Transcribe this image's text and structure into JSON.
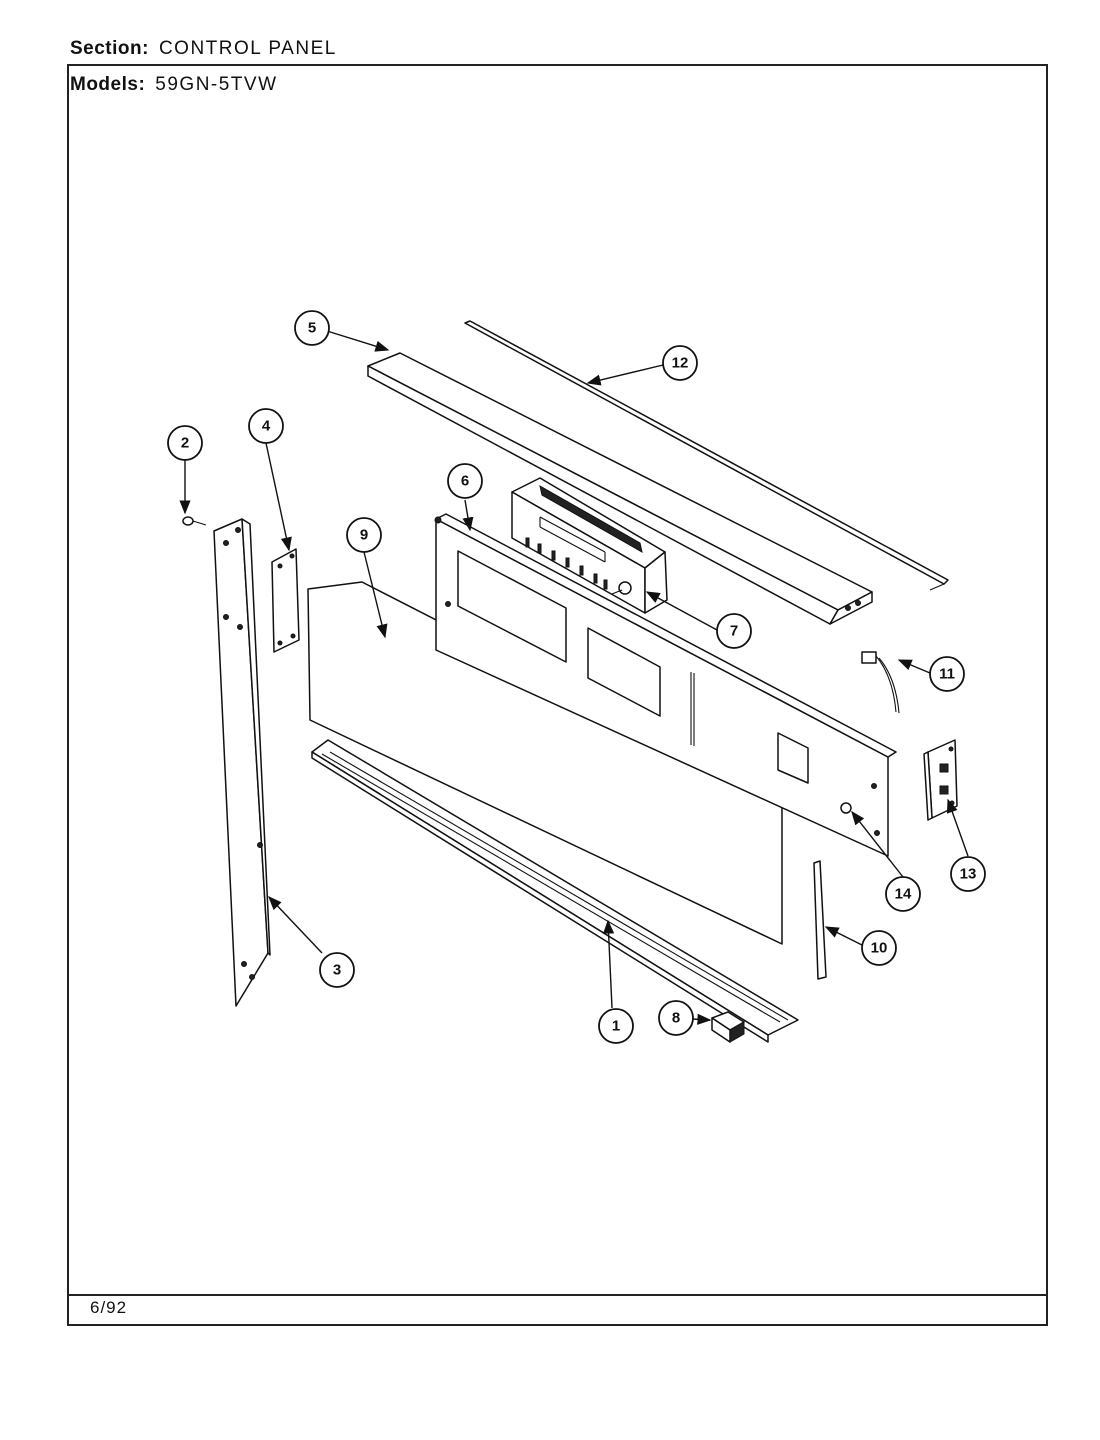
{
  "header": {
    "section_label": "Section:",
    "section_value": "CONTROL PANEL",
    "models_label": "Models:",
    "models_value": "59GN-5TVW"
  },
  "footer": {
    "date": "6/92"
  },
  "callouts": [
    "1",
    "2",
    "3",
    "4",
    "5",
    "6",
    "7",
    "8",
    "9",
    "10",
    "11",
    "12",
    "13",
    "14"
  ]
}
